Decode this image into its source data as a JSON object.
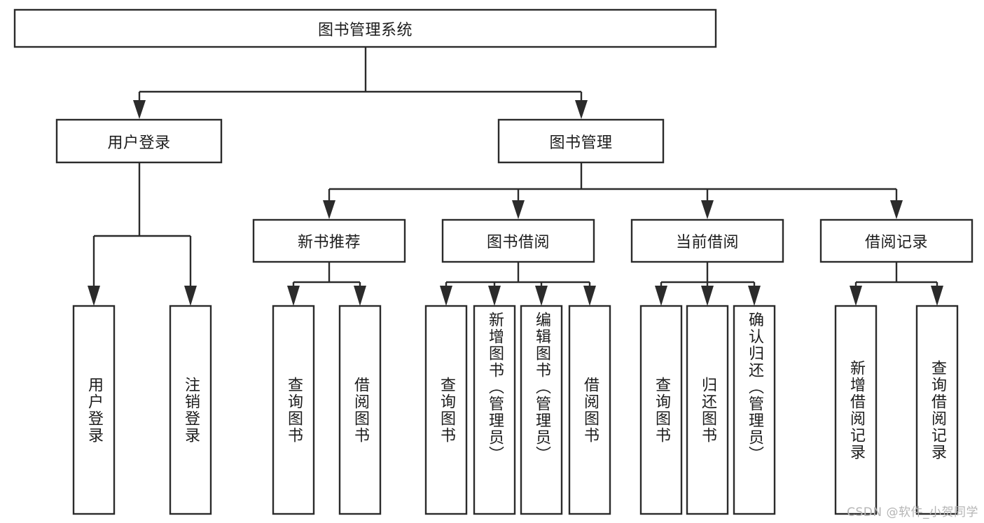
{
  "diagram": {
    "type": "tree-hierarchy",
    "title": "图书管理系统",
    "colors": {
      "box_stroke": "#2b2b2b",
      "box_fill": "#ffffff",
      "connector": "#2b2b2b",
      "text": "#1c1c1c",
      "background": "#ffffff",
      "watermark": "#b5b5b5"
    },
    "root": {
      "label": "图书管理系统"
    },
    "level2": [
      {
        "label": "用户登录"
      },
      {
        "label": "图书管理"
      }
    ],
    "level3": [
      {
        "label": "新书推荐"
      },
      {
        "label": "图书借阅"
      },
      {
        "label": "当前借阅"
      },
      {
        "label": "借阅记录"
      }
    ],
    "leaves": {
      "user_login": [
        {
          "label": "用户登录"
        },
        {
          "label": "注销登录"
        }
      ],
      "new_book_recommend": [
        {
          "label": "查询图书"
        },
        {
          "label": "借阅图书"
        }
      ],
      "book_borrow": [
        {
          "label": "查询图书"
        },
        {
          "label": "新增图书（管理员）"
        },
        {
          "label": "编辑图书（管理员）"
        },
        {
          "label": "借阅图书"
        }
      ],
      "current_borrow": [
        {
          "label": "查询图书"
        },
        {
          "label": "归还图书"
        },
        {
          "label": "确认归还（管理员）"
        }
      ],
      "borrow_record": [
        {
          "label": "新增借阅记录"
        },
        {
          "label": "查询借阅记录"
        }
      ]
    },
    "watermark": "CSDN @软件_小贺同学"
  }
}
